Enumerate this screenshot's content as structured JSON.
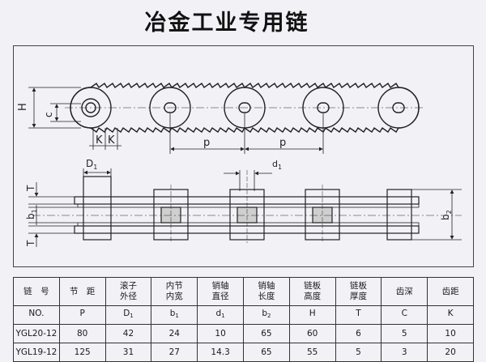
{
  "title": "冶金工业专用链",
  "dimension_labels": {
    "H": "H",
    "c": "c",
    "K": "K",
    "p": "p",
    "D1": "D",
    "D1_sub": "1",
    "d1": "d",
    "d1_sub": "1",
    "T": "T",
    "b1": "b",
    "b1_sub": "1",
    "b2": "b",
    "b2_sub": "2"
  },
  "table": {
    "header_cn": [
      "链　号",
      "节　距",
      "滚子\n外径",
      "内节\n内宽",
      "销轴\n直径",
      "销轴\n长度",
      "链板\n高度",
      "链板\n厚度",
      "齿深",
      "齿距"
    ],
    "header_sym": [
      {
        "main": "NO.",
        "sub": ""
      },
      {
        "main": "P",
        "sub": ""
      },
      {
        "main": "D",
        "sub": "1"
      },
      {
        "main": "b",
        "sub": "1"
      },
      {
        "main": "d",
        "sub": "1"
      },
      {
        "main": "b",
        "sub": "2"
      },
      {
        "main": "H",
        "sub": ""
      },
      {
        "main": "T",
        "sub": ""
      },
      {
        "main": "C",
        "sub": ""
      },
      {
        "main": "K",
        "sub": ""
      }
    ],
    "rows": [
      [
        "YGL20-12",
        "80",
        "42",
        "24",
        "10",
        "65",
        "60",
        "6",
        "5",
        "10"
      ],
      [
        "YGL19-12",
        "125",
        "31",
        "27",
        "14.3",
        "65",
        "55",
        "5",
        "3",
        "20"
      ]
    ]
  }
}
